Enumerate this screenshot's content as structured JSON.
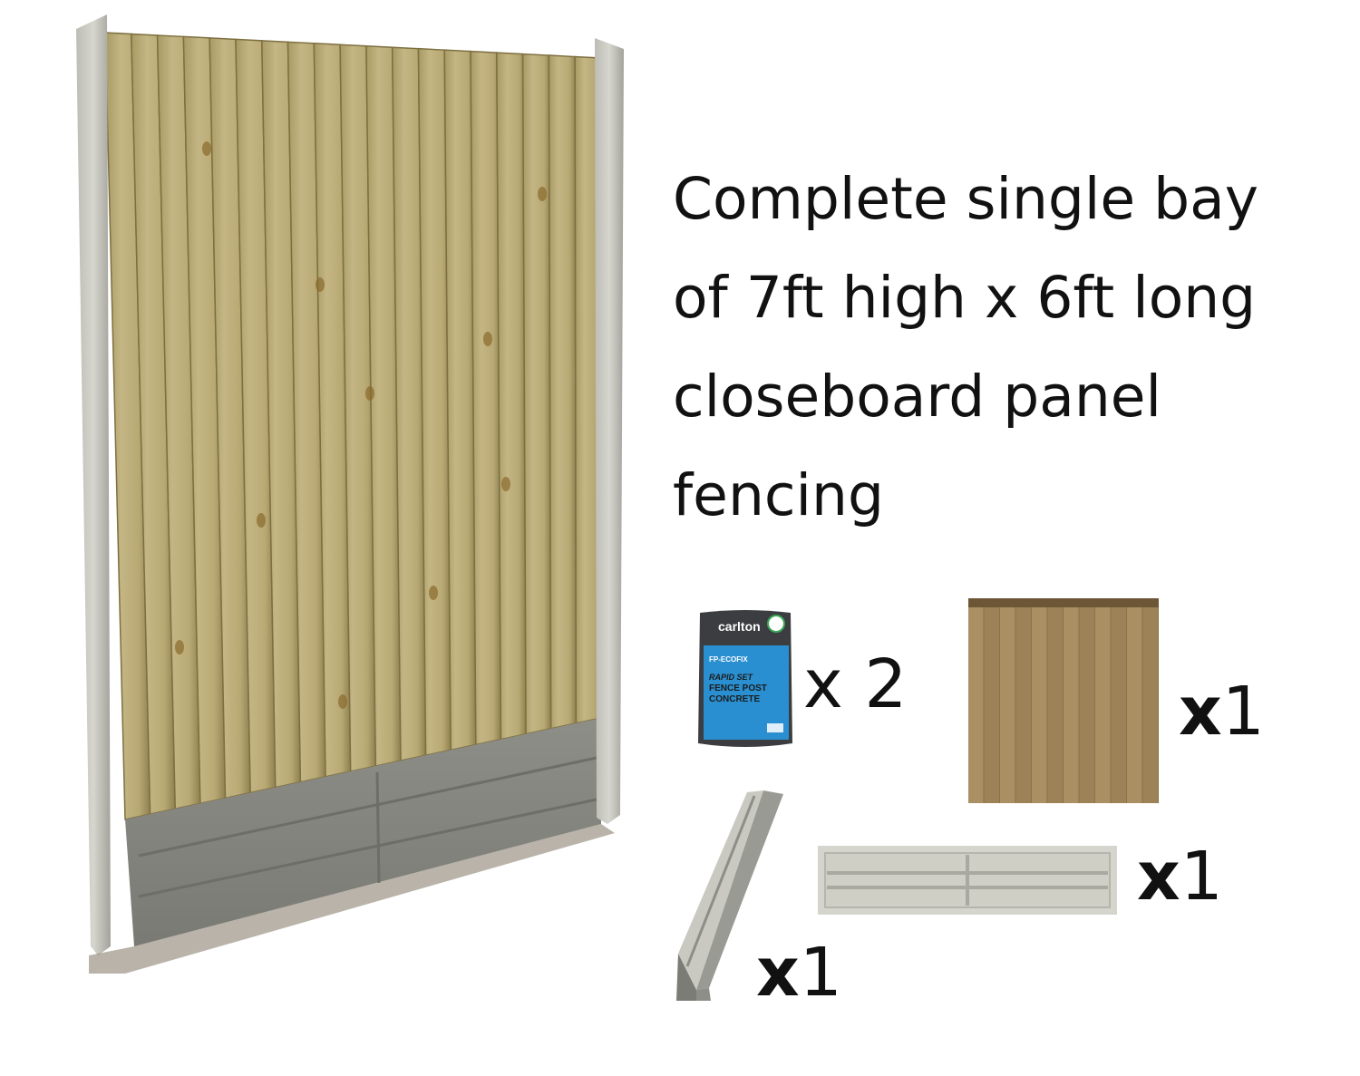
{
  "headline": {
    "line1": "Complete single bay",
    "line2": "of 7ft high x 6ft long",
    "line3": "closeboard panel",
    "line4": "fencing"
  },
  "items": {
    "cement_bag": {
      "brand": "carlton",
      "subbrand": "FP-ECOFIX",
      "product_line1": "RAPID SET",
      "product_line2": "FENCE POST",
      "product_line3": "CONCRETE",
      "quantity_label": "x 2"
    },
    "fence_panel": {
      "quantity_x": "x",
      "quantity_n": "1"
    },
    "gravel_board": {
      "quantity_x": "x",
      "quantity_n": "1"
    },
    "concrete_post": {
      "quantity_x": "x",
      "quantity_n": "1"
    }
  },
  "colors": {
    "timber": "#b7a873",
    "timber_dark": "#8f7f4c",
    "concrete": "#9a9a94",
    "concrete_light": "#c9c9c2",
    "bag_blue": "#2a8fd0",
    "bag_grey": "#3b3d40"
  }
}
